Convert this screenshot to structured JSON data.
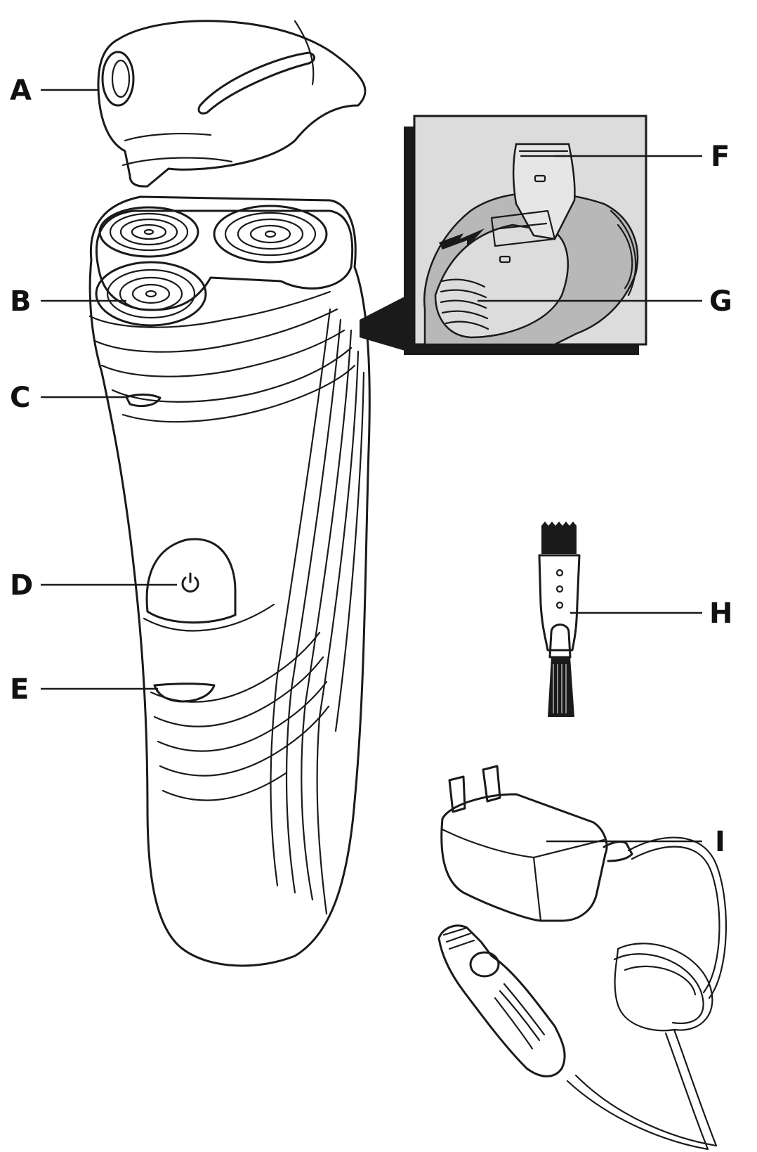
{
  "labels": {
    "A": "A",
    "B": "B",
    "C": "C",
    "D": "D",
    "E": "E",
    "F": "F",
    "G": "G",
    "H": "H",
    "I": "I"
  },
  "icons": {
    "power": "power-icon"
  },
  "colors": {
    "line": "#1a1a1a",
    "inset_fill": "#b8b8b8",
    "inset_light": "#dcdcdc",
    "background": "#ffffff"
  }
}
